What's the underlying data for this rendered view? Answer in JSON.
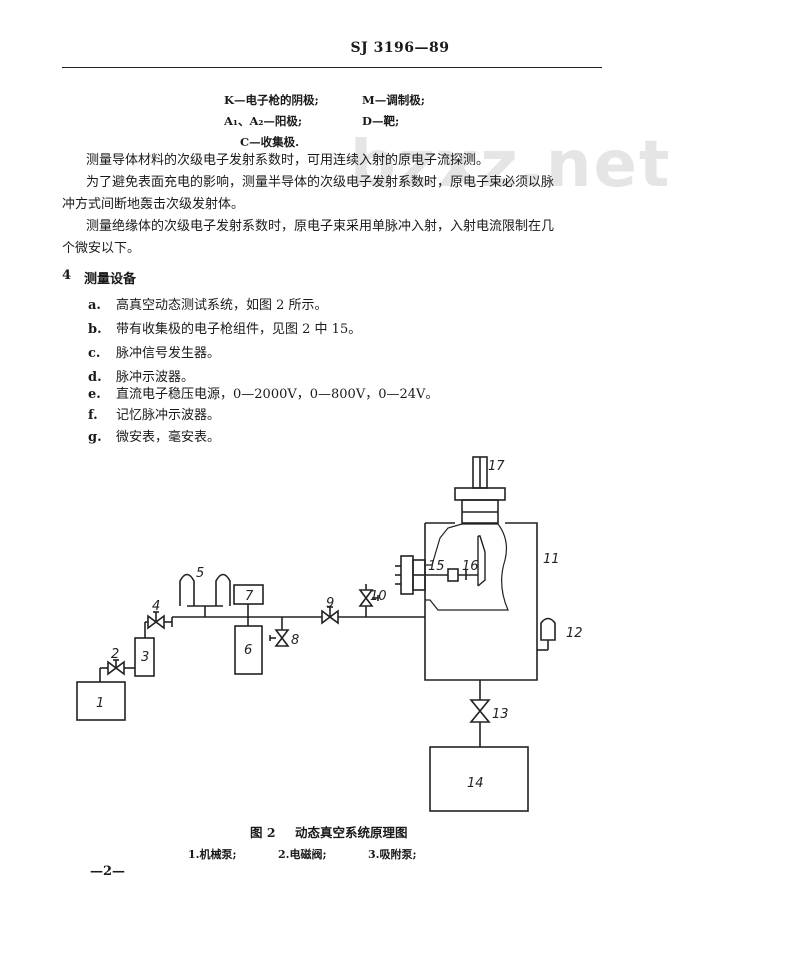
{
  "header": {
    "doc_code": "SJ 3196—89"
  },
  "legend_top": {
    "k": "K—电子枪的阴极;",
    "m": "M—调制极;",
    "a": "A₁、A₂—阳极;",
    "d": "D—靶;",
    "c": "C—收集极."
  },
  "paragraphs": [
    "测量导体材料的次级电子发射系数时，可用连续入射的原电子流探测。",
    "为了避免表面充电的影响，测量半导体的次级电子发射系数时，原电子束必须以脉",
    "冲方式间断地轰击次级发射体。",
    "测量绝缘体的次级电子发射系数时，原电子束采用单脉冲入射，入射电流限制在几",
    "个微安以下。"
  ],
  "section": {
    "number": "4",
    "title": "测量设备"
  },
  "list": [
    {
      "marker": "a.",
      "text": "高真空动态测试系统，如图 2 所示。"
    },
    {
      "marker": "b.",
      "text": "带有收集极的电子枪组件，见图 2 中 15。"
    },
    {
      "marker": "c.",
      "text": "脉冲信号发生器。"
    },
    {
      "marker": "d.",
      "text": "脉冲示波器。"
    },
    {
      "marker": "e.",
      "text": "直流电子稳压电源，0—2000V，0—800V，0—24V。"
    },
    {
      "marker": "f.",
      "text": "记忆脉冲示波器。"
    },
    {
      "marker": "g.",
      "text": "微安表，毫安表。"
    }
  ],
  "figure": {
    "labels": [
      "1",
      "2",
      "3",
      "4",
      "5",
      "6",
      "7",
      "8",
      "9",
      "10",
      "11",
      "12",
      "13",
      "14",
      "15",
      "16",
      "17"
    ],
    "caption_no": "图 2",
    "caption": "动态真空系统原理图",
    "legend": [
      "1.机械泵;",
      "2.电磁阀;",
      "3.吸附泵;"
    ]
  },
  "watermark": "bzxz.net",
  "footer": {
    "page": "—2—"
  }
}
